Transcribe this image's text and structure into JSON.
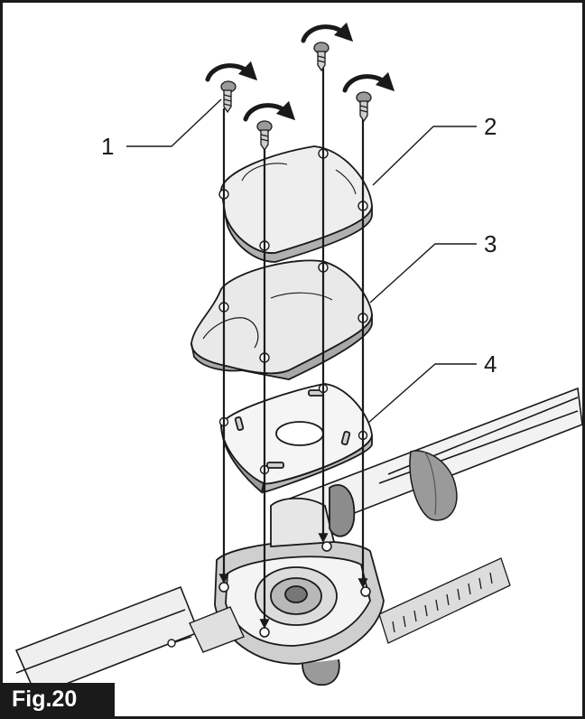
{
  "callouts": [
    {
      "id": "1",
      "text": "1"
    },
    {
      "id": "2",
      "text": "2"
    },
    {
      "id": "3",
      "text": "3"
    },
    {
      "id": "4",
      "text": "4"
    }
  ],
  "figure_label": "Fig.20",
  "colors": {
    "line": "#1a1a1a",
    "fill_light": "#f2f2f2",
    "fill_mid": "#d4d4d4",
    "fill_dark": "#9a9a9a",
    "label_bg": "#1a1a1a",
    "label_text": "#ffffff"
  }
}
